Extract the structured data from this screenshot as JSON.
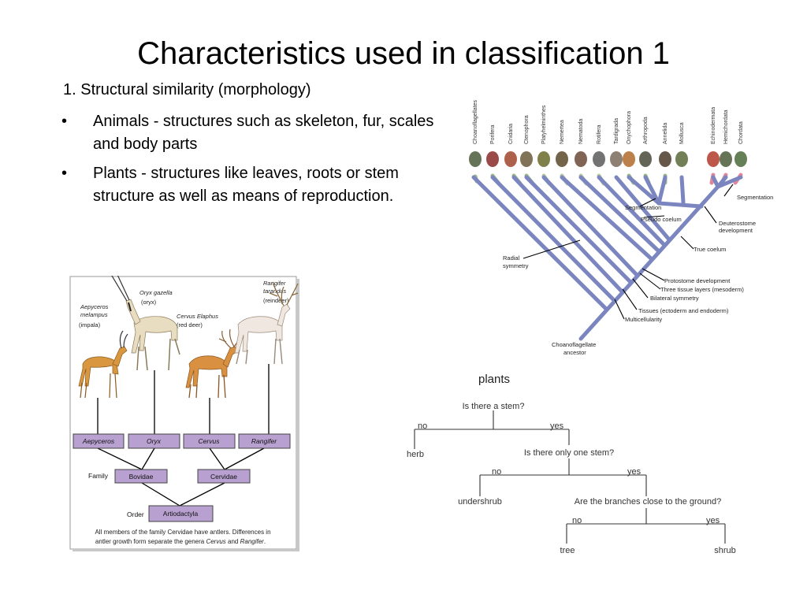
{
  "slide": {
    "title": "Characteristics used in classification 1",
    "heading": "1.  Structural similarity (morphology)",
    "bullets": [
      {
        "marker": "•",
        "text": "Animals - structures such as skeleton, fur, scales and body parts"
      },
      {
        "marker": "•",
        "text": "Plants - structures like leaves, roots or stem structure as well as means of reproduction."
      }
    ]
  },
  "phylogeny": {
    "taxa": [
      "Choanoflagellates",
      "Porifera",
      "Cnidaria",
      "Ctenophora",
      "Platyhelminthes",
      "Nemertea",
      "Nematoda",
      "Rotifera",
      "Tardigrada",
      "Onychophora",
      "Arthropoda",
      "Annelida",
      "Mollusca",
      "Echinodermata",
      "Hemichordata",
      "Chordata"
    ],
    "labels": {
      "segmentation_left": "Segmentation",
      "pseudo_coelum": "Pseudo coelum",
      "segmentation_right": "Segmentation",
      "deuterostome": [
        "Deuterostome",
        "development"
      ],
      "true_coelum": "True coelum",
      "radial": [
        "Radial",
        "symmetry"
      ],
      "protostome": "Protostome development",
      "three_tissue": "Three tissue layers (mesoderm)",
      "bilateral": "Bilateral symmetry",
      "tissues": "Tissues (ectoderm and endoderm)",
      "multicellularity": "Multicellularity",
      "ancestor": [
        "Choanoflagellate",
        "ancestor"
      ]
    },
    "colors": {
      "branch": "#7b86c0",
      "tip_green": "#9cb887",
      "tip_pink": "#e0869a",
      "tip_blue": "#7b86c0"
    }
  },
  "deer": {
    "species": [
      {
        "name": [
          "Aepyceros",
          "melampus"
        ],
        "common": "(impala)"
      },
      {
        "name": [
          "Oryx gazella"
        ],
        "common": "(oryx)"
      },
      {
        "name": [
          "Cervus Elaphus"
        ],
        "common": "(red deer)"
      },
      {
        "name": [
          "Rangifer",
          "tarandus"
        ],
        "common": "(reindeer)"
      }
    ],
    "genera": [
      "Aepyceros",
      "Oryx",
      "Cervus",
      "Rangifer"
    ],
    "family_label": "Family",
    "families": [
      "Bovidae",
      "Cervidae"
    ],
    "order_label": "Order",
    "order": "Artiodactyla",
    "caption_line1": "All members of the family Cervidae have antlers.  Differences in",
    "caption_line2_a": "antler growth form separate the genera ",
    "caption_line2_b": "Cervus",
    "caption_line2_c": " and ",
    "caption_line2_d": "Rangifer",
    "caption_line2_e": ".",
    "box_color": "#b8a0d0"
  },
  "plant_key": {
    "title": "plants",
    "q1": "Is there a stem?",
    "q1_no": "no",
    "q1_yes": "yes",
    "herb": "herb",
    "q2": "Is there only one stem?",
    "q2_no": "no",
    "q2_yes": "yes",
    "undershrub": "undershrub",
    "q3": "Are the branches close to the ground?",
    "q3_no": "no",
    "q3_yes": "yes",
    "tree": "tree",
    "shrub": "shrub"
  }
}
